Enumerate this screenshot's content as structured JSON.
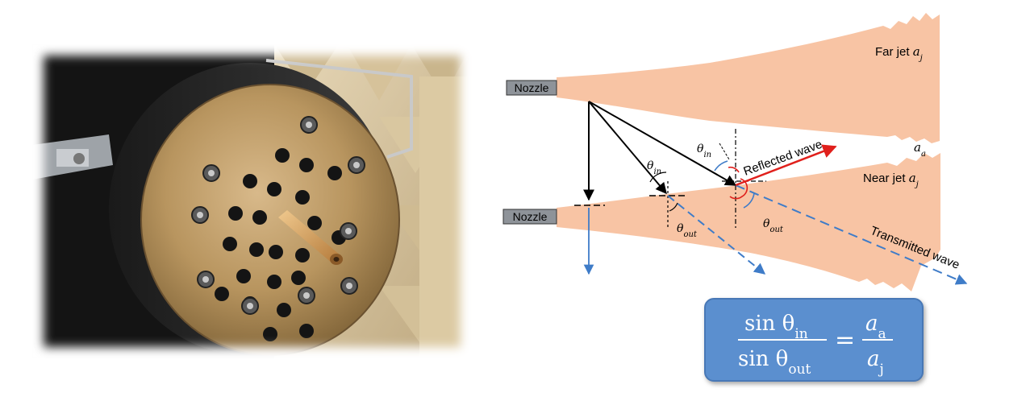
{
  "photo": {
    "description_icon": "nozzle-array-photo"
  },
  "diagram": {
    "nozzle_top_label": "Nozzle",
    "nozzle_bottom_label": "Nozzle",
    "far_jet_label_text": "Far jet ",
    "far_jet_symbol": "a",
    "far_jet_subscript": "j",
    "ambient_symbol": "a",
    "ambient_subscript": "a",
    "near_jet_label_text": "Near jet ",
    "near_jet_symbol": "a",
    "near_jet_subscript": "j",
    "reflected_wave_label": "Reflected wave",
    "transmitted_wave_label": "Transmitted wave",
    "theta": "θ",
    "theta_in_sub": "in",
    "theta_out_sub": "out",
    "colors": {
      "jet_fill": "#f8c4a4",
      "reflected": "#e0201c",
      "transmitted": "#3f7cc8",
      "incident": "#000000"
    }
  },
  "formula": {
    "numerator_left": "sin θ",
    "numerator_left_sub": "in",
    "denominator_left": "sin θ",
    "denominator_left_sub": "out",
    "equals": "=",
    "numerator_right": "a",
    "numerator_right_sub": "a",
    "denominator_right": "a",
    "denominator_right_sub": "j"
  }
}
